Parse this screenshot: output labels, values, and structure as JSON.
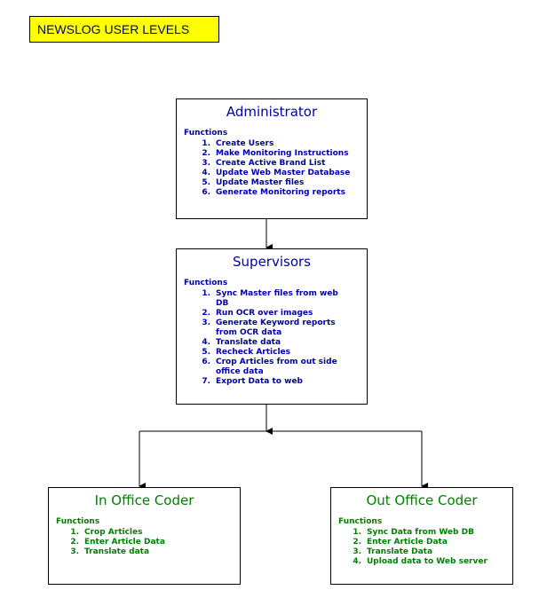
{
  "title": "NEWSLOG USER LEVELS",
  "functions_label": "Functions",
  "colors": {
    "title_bg": "#ffff00",
    "title_text": "#000080",
    "admin_text": "#0000aa",
    "coder_text": "#008000"
  },
  "administrator": {
    "title": "Administrator",
    "functions": [
      {
        "num": "1.",
        "text": "Create Users"
      },
      {
        "num": "2.",
        "text": "Make Monitoring Instructions"
      },
      {
        "num": "3.",
        "text": "Create Active Brand List"
      },
      {
        "num": "4.",
        "text": "Update Web Master Database"
      },
      {
        "num": "5.",
        "text": "Update Master files"
      },
      {
        "num": "6.",
        "text": "Generate Monitoring reports"
      }
    ]
  },
  "supervisors": {
    "title": "Supervisors",
    "functions": [
      {
        "num": "1.",
        "text": "Sync Master files from web DB"
      },
      {
        "num": "2.",
        "text": "Run OCR over images"
      },
      {
        "num": "3.",
        "text": "Generate Keyword reports from OCR data"
      },
      {
        "num": "4.",
        "text": "Translate data"
      },
      {
        "num": "5.",
        "text": "Recheck Articles"
      },
      {
        "num": "6.",
        "text": "Crop Articles from out side office data"
      },
      {
        "num": "7.",
        "text": "Export Data to web"
      }
    ]
  },
  "in_office_coder": {
    "title": "In Office Coder",
    "functions": [
      {
        "num": "1.",
        "text": "Crop Articles"
      },
      {
        "num": "2.",
        "text": "Enter Article Data"
      },
      {
        "num": "3.",
        "text": "Translate data"
      }
    ]
  },
  "out_office_coder": {
    "title": "Out Office Coder",
    "functions": [
      {
        "num": "1.",
        "text": "Sync Data from Web DB"
      },
      {
        "num": "2.",
        "text": "Enter Article Data"
      },
      {
        "num": "3.",
        "text": "Translate Data"
      },
      {
        "num": "4.",
        "text": "Upload data to Web server"
      }
    ]
  }
}
